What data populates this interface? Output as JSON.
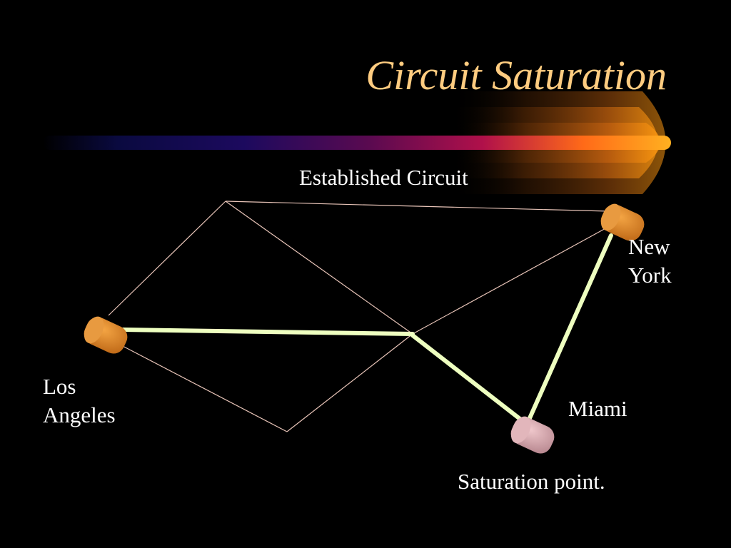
{
  "title": "Circuit Saturation",
  "labels": {
    "established_circuit": "Established Circuit",
    "new_york_line1": "New",
    "new_york_line2": "York",
    "los_angeles_line1": "Los",
    "los_angeles_line2": "Angeles",
    "miami": "Miami",
    "saturation_point": "Saturation point."
  },
  "colors": {
    "background": "#000000",
    "title": "#ffcc80",
    "text": "#ffffff",
    "thin_link": "#e8c4b8",
    "circuit_path": "#eeffc0",
    "node_orange": "#e08a2c",
    "node_pink": "#d8a8ae",
    "glow": "#ff9a10"
  },
  "nodes": [
    {
      "name": "los-angeles",
      "color": "orange"
    },
    {
      "name": "new-york",
      "color": "orange"
    },
    {
      "name": "saturation-node",
      "color": "pink"
    }
  ]
}
